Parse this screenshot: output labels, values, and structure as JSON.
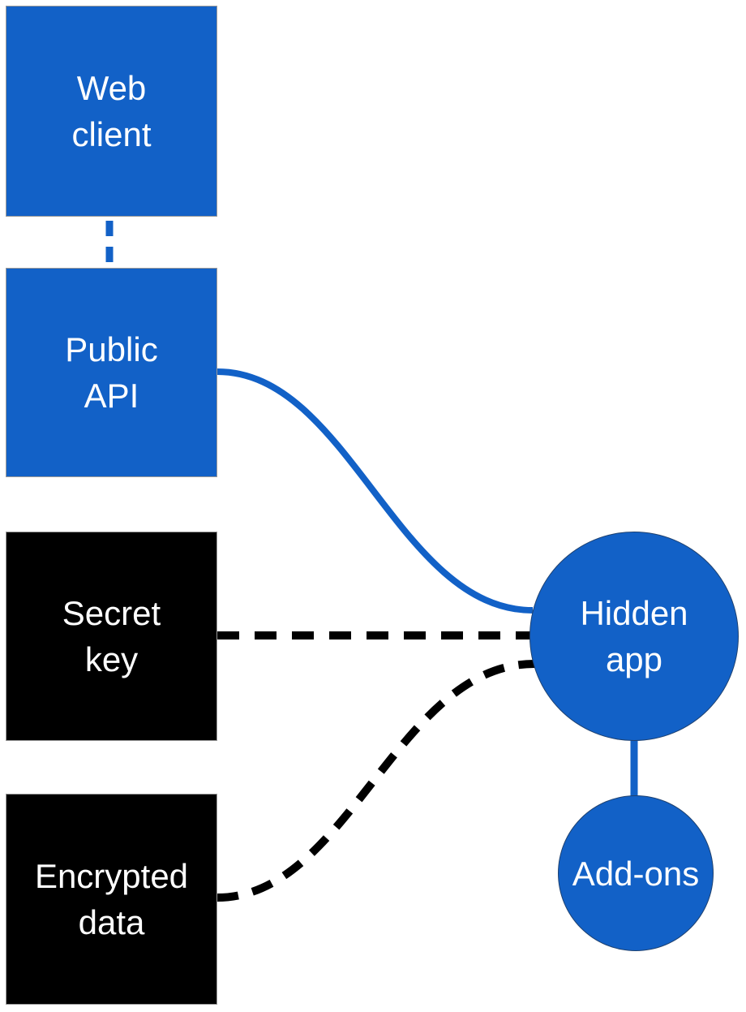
{
  "nodes": {
    "web_client": {
      "line1": "Web",
      "line2": "client",
      "shape": "square",
      "fill": "blue"
    },
    "public_api": {
      "line1": "Public",
      "line2": "API",
      "shape": "square",
      "fill": "blue"
    },
    "secret_key": {
      "line1": "Secret",
      "line2": "key",
      "shape": "square",
      "fill": "black"
    },
    "encrypted_data": {
      "line1": "Encrypted",
      "line2": "data",
      "shape": "square",
      "fill": "black"
    },
    "hidden_app": {
      "line1": "Hidden",
      "line2": "app",
      "shape": "circle",
      "fill": "blue"
    },
    "add_ons": {
      "line1": "Add-ons",
      "shape": "circle",
      "fill": "blue"
    }
  },
  "edges": [
    {
      "from": "Web client",
      "to": "Public API",
      "style": "dashed",
      "color": "blue"
    },
    {
      "from": "Public API",
      "to": "Hidden app",
      "style": "solid",
      "color": "blue"
    },
    {
      "from": "Secret key",
      "to": "Hidden app",
      "style": "dashed",
      "color": "black"
    },
    {
      "from": "Encrypted data",
      "to": "Hidden app",
      "style": "dashed",
      "color": "black"
    },
    {
      "from": "Hidden app",
      "to": "Add-ons",
      "style": "solid",
      "color": "blue"
    }
  ],
  "colors": {
    "blue": "#1261c7",
    "black": "#000000",
    "label_text": "#ffffff",
    "node_border": "#999999",
    "background": "#ffffff"
  }
}
